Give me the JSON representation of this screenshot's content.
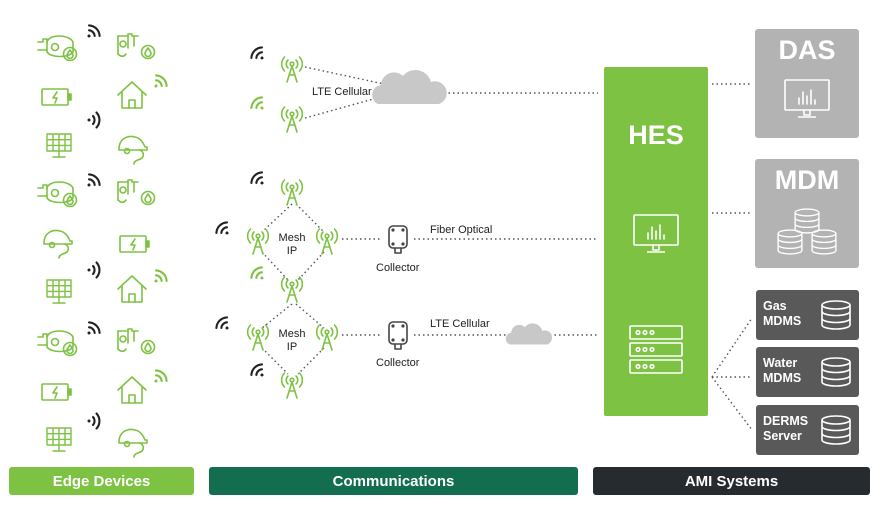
{
  "banners": {
    "edge": "Edge Devices",
    "comms": "Communications",
    "ami": "AMI Systems"
  },
  "hes": {
    "title": "HES"
  },
  "systems": {
    "das": "DAS",
    "mdm": "MDM",
    "gas": "Gas\nMDMS",
    "water": "Water\nMDMS",
    "derms": "DERMS\nServer"
  },
  "links": {
    "lte_top": "LTE Cellular",
    "fiber": "Fiber Optical",
    "lte_bottom": "LTE Cellular",
    "collector_1": "Collector",
    "collector_2": "Collector",
    "mesh_1": "Mesh\nIP",
    "mesh_2": "Mesh\nIP"
  },
  "colors": {
    "green": "#7dc242",
    "dark_green": "#126e4e",
    "dark": "#262b30",
    "gray_box": "#b3b3b3",
    "dark_gray_box": "#595959",
    "cloud": "#c8c8c8"
  },
  "icons": {
    "edge": [
      "gas-meter-icon",
      "water-meter-icon",
      "battery-icon",
      "house-icon",
      "solar-panel-icon",
      "ev-charger-icon"
    ],
    "tower": "cell-tower-icon",
    "collector": "collector-icon",
    "cloud": "cloud-icon",
    "monitor": "monitor-chart-icon",
    "database": "database-icon",
    "server": "server-rack-icon"
  }
}
